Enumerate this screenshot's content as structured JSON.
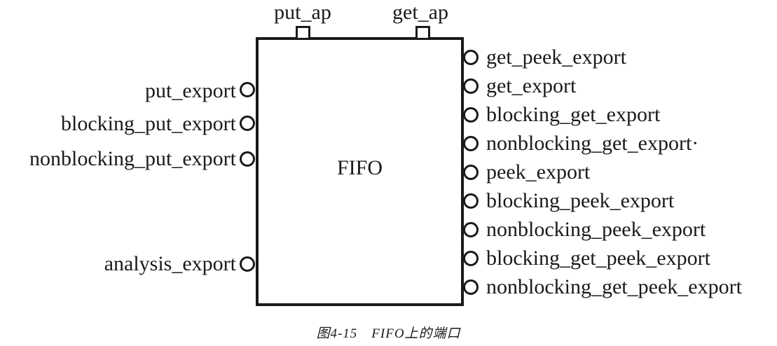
{
  "figure": {
    "block": {
      "label": "FIFO"
    },
    "top_ports": [
      {
        "label": "put_ap"
      },
      {
        "label": "get_ap"
      }
    ],
    "left_ports": [
      {
        "label": "put_export"
      },
      {
        "label": "blocking_put_export"
      },
      {
        "label": "nonblocking_put_export"
      },
      {
        "label": "analysis_export"
      }
    ],
    "right_ports": [
      {
        "label": "get_peek_export"
      },
      {
        "label": "get_export"
      },
      {
        "label": "blocking_get_export"
      },
      {
        "label": "nonblocking_get_export·"
      },
      {
        "label": "peek_export"
      },
      {
        "label": "blocking_peek_export"
      },
      {
        "label": "nonblocking_peek_export"
      },
      {
        "label": "blocking_get_peek_export"
      },
      {
        "label": "nonblocking_get_peek_export"
      }
    ],
    "caption": "图4-15　FIFO上的端口",
    "colors": {
      "line": "#1a1a1a",
      "background": "#ffffff"
    }
  }
}
